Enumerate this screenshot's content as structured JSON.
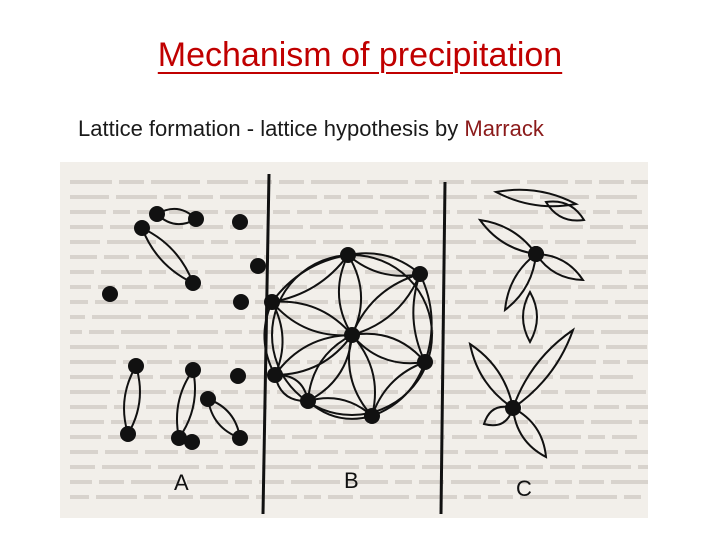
{
  "slide": {
    "title": "Mechanism of precipitation",
    "subtitle_main": "Lattice formation  - lattice hypothesis by ",
    "subtitle_name": "Marrack"
  },
  "figure": {
    "panel_labels": [
      "A",
      "B",
      "C"
    ],
    "colors": {
      "title": "#c00000",
      "name_highlight": "#8b1a1a",
      "ink": "#111111",
      "paper": "#f2efea"
    }
  }
}
